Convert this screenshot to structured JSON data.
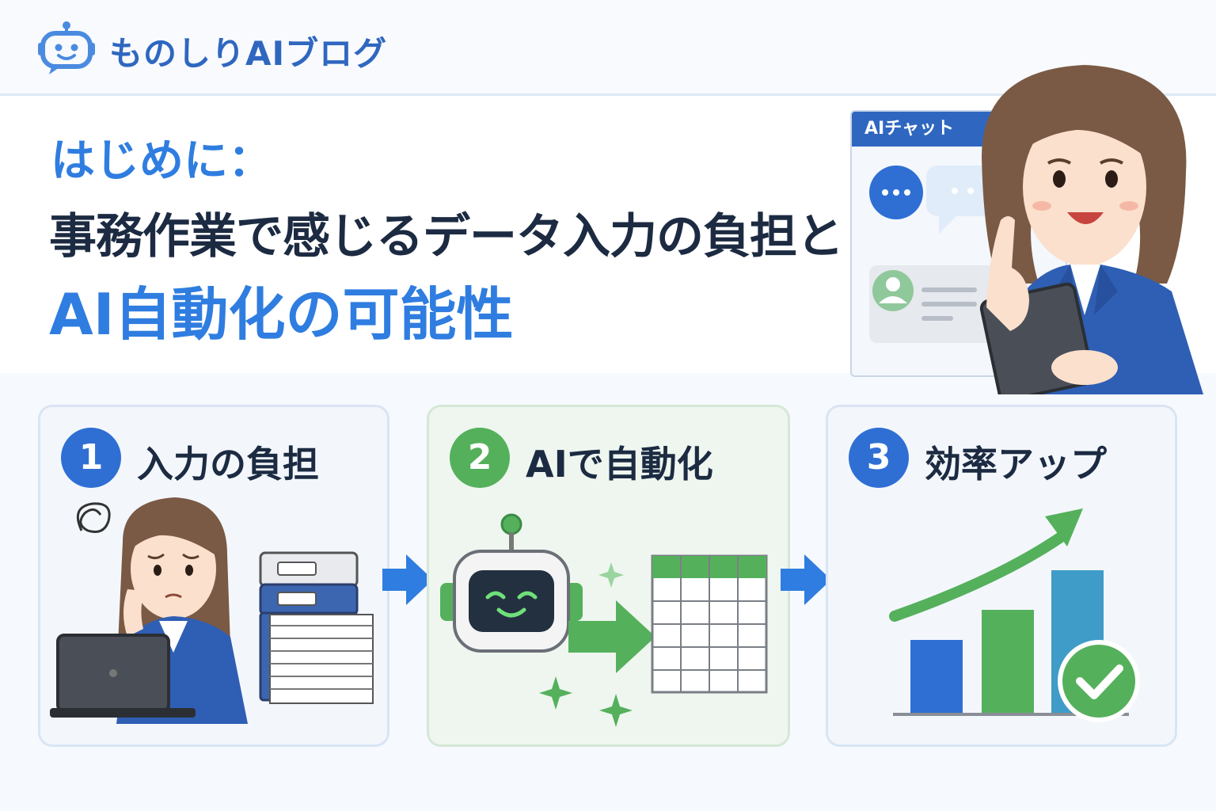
{
  "header": {
    "logo_text": "ものしりAIブログ",
    "logo_icon": "robot-chat-icon"
  },
  "hero": {
    "line1": "はじめに：",
    "line2": "事務作業で感じるデータ入力の負担と",
    "line3": "AI自動化の可能性"
  },
  "chat_window": {
    "title": "AIチャット"
  },
  "steps": [
    {
      "number": "1",
      "label": "入力の負担"
    },
    {
      "number": "2",
      "label": "AIで自動化"
    },
    {
      "number": "3",
      "label": "効率アップ"
    }
  ],
  "colors": {
    "primary_blue": "#2f7de0",
    "brand_blue": "#2f67c0",
    "green": "#55b05c",
    "dark_text": "#1c2b42"
  }
}
